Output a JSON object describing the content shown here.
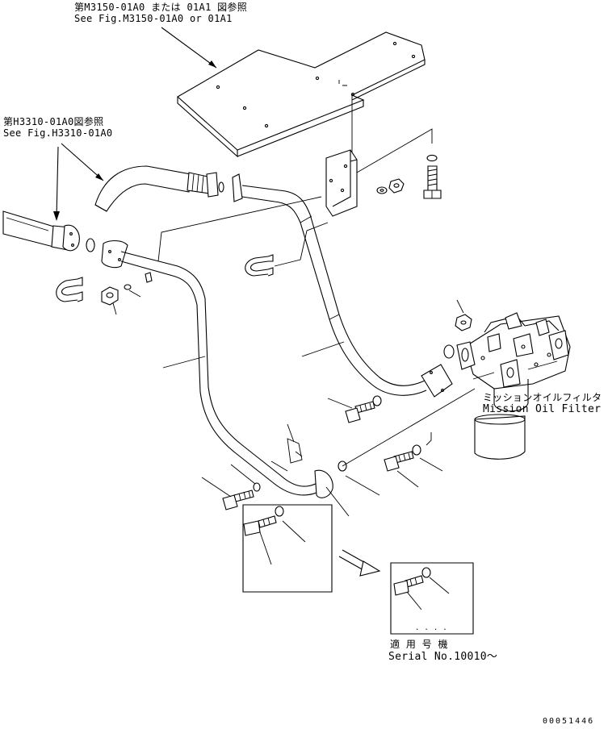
{
  "references": {
    "top_ref_jp": "第M3150-01A0 または 01A1 図参照",
    "top_ref_en": "See Fig.M3150-01A0 or 01A1",
    "left_ref_jp": "第H3310-01A0図参照",
    "left_ref_en": "See Fig.H3310-01A0"
  },
  "filter": {
    "name_jp": "ミッションオイルフィルタ",
    "name_en": "Mission Oil Filter"
  },
  "serial": {
    "dots": ". . . .",
    "label_jp": "適 用 号 機",
    "label_en": "Serial No.10010～"
  },
  "drawing_number": "00051446"
}
